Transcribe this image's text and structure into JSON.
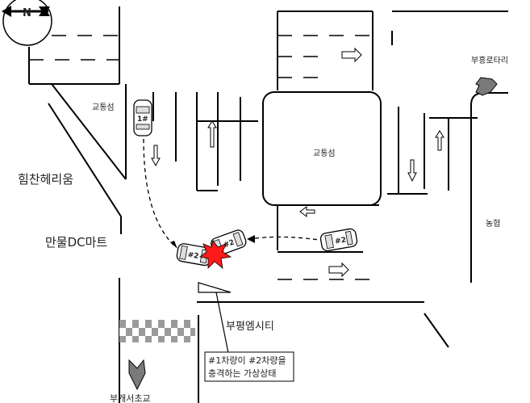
{
  "labels": {
    "compass": "N",
    "traffic_island_left": "교통섬",
    "traffic_island_center": "교통섬",
    "himchan": "힘찬헤리움",
    "mart": "만물DC마트",
    "rotary": "부흥로타리",
    "nonghyup": "농협",
    "mcity": "부평엠시티",
    "note_line1": "#1차량이 #2차량을",
    "note_line2": "충격하는 가상상태",
    "bottom": "부개서초교",
    "car1": "1#",
    "car2": "#2"
  },
  "colors": {
    "ink": "#000000",
    "crash": "#ff1a1a",
    "crosswalk": "#9a9a9a",
    "signpost": "#7a7a7a"
  }
}
